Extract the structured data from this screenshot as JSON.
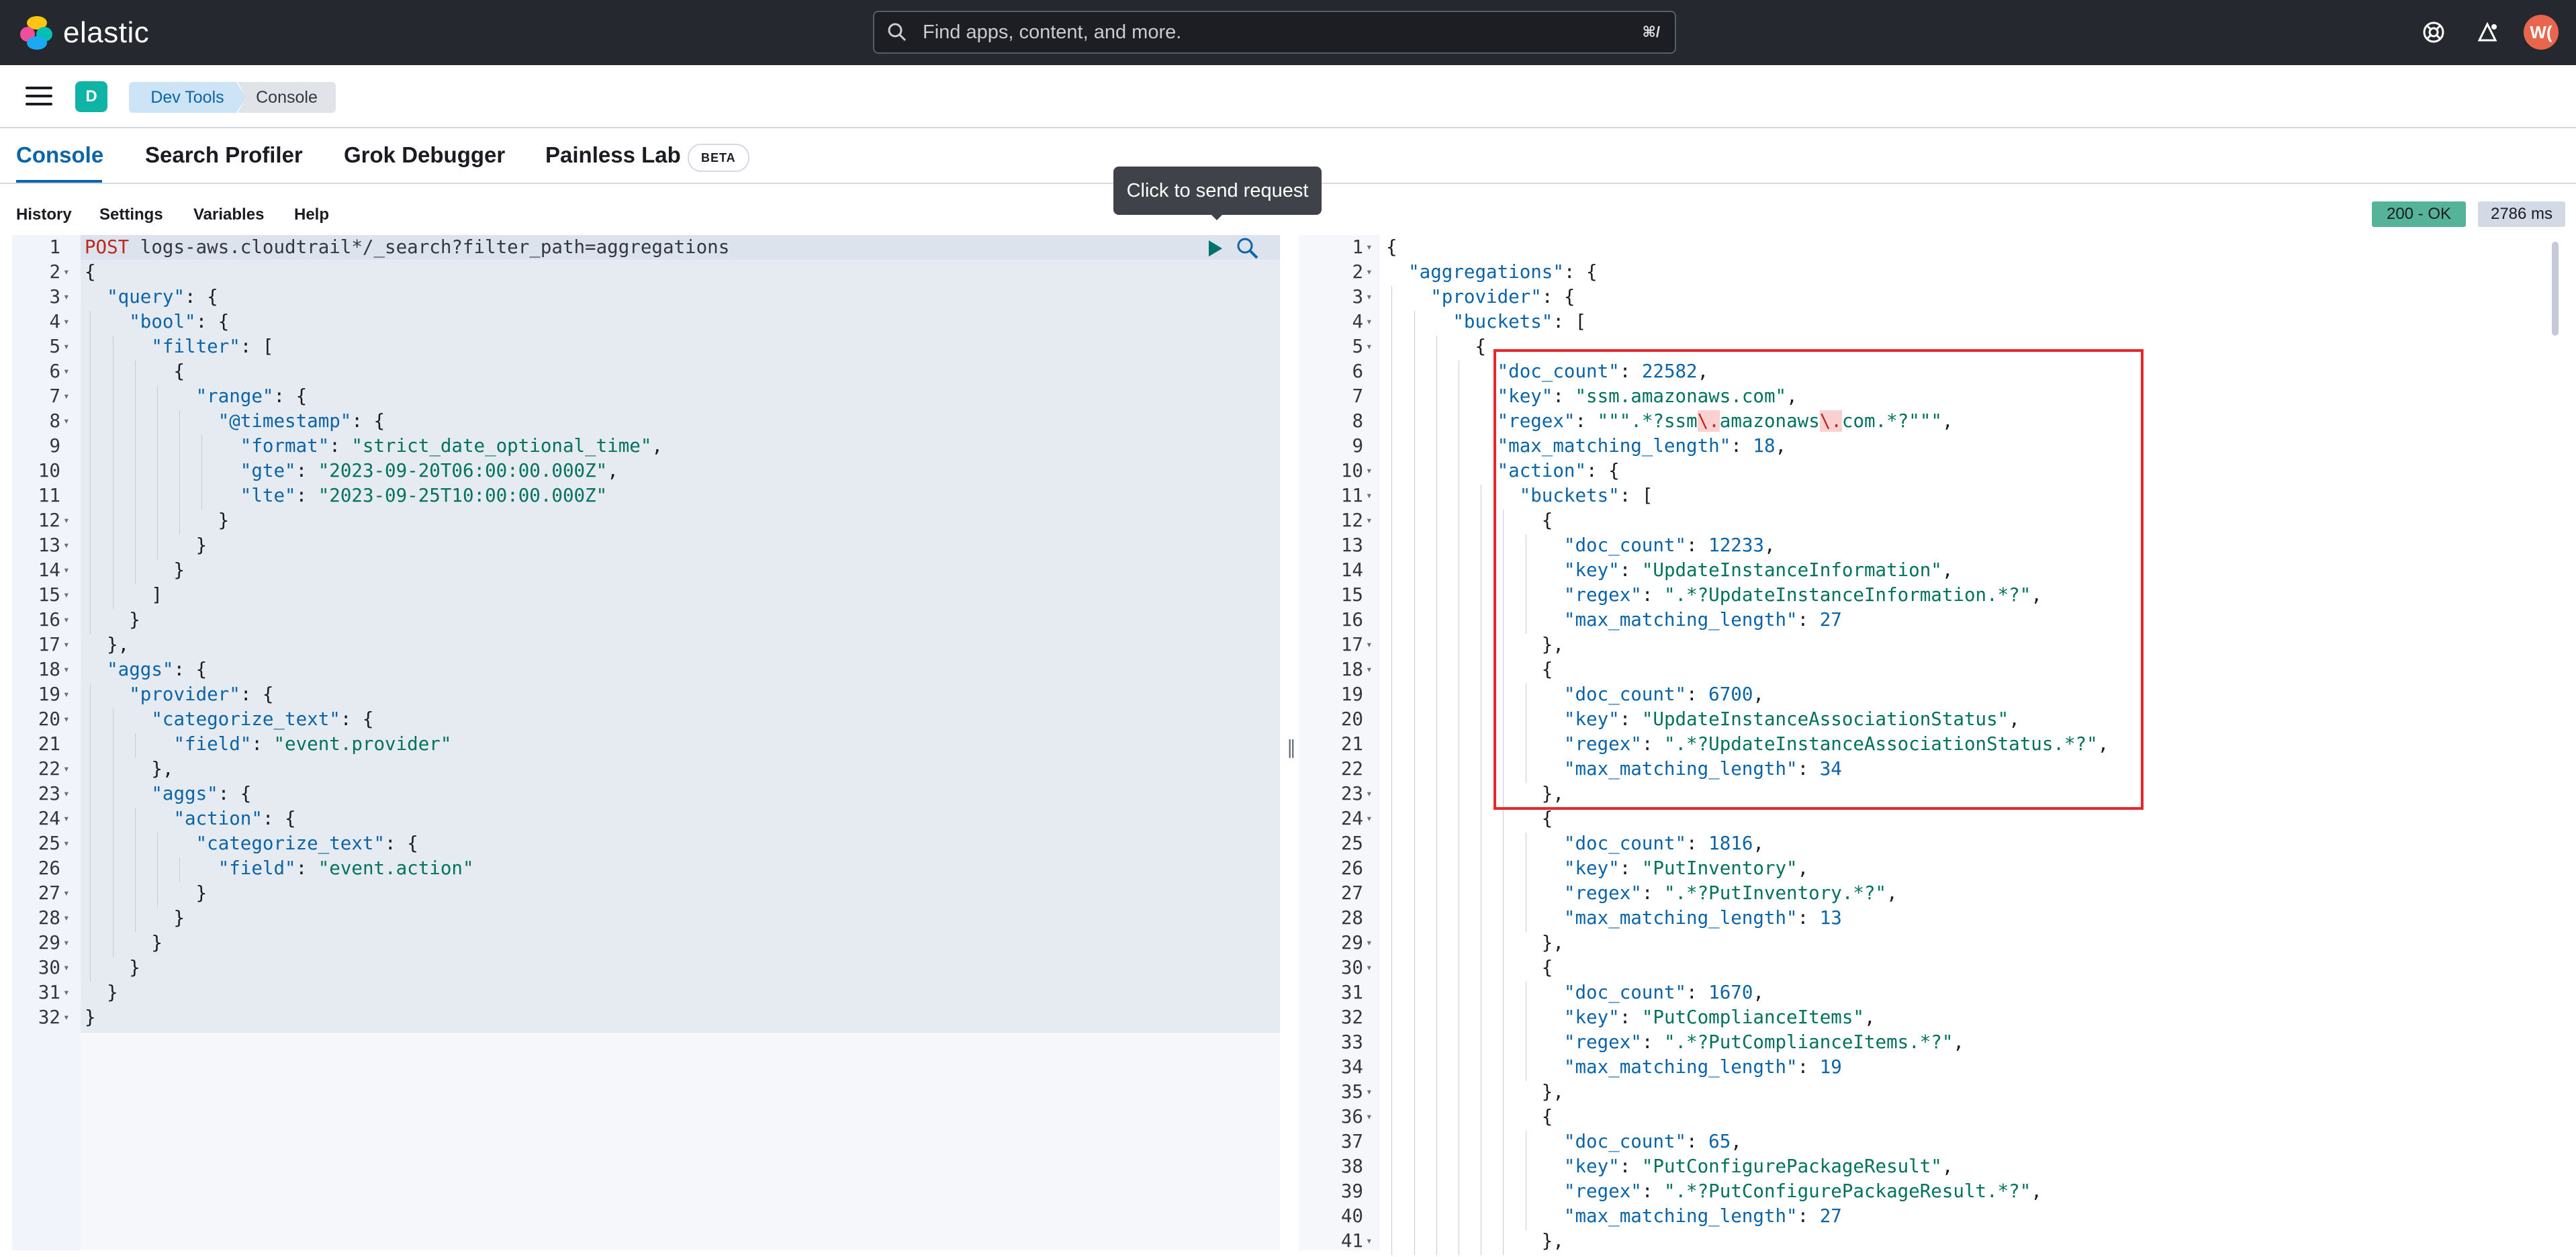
{
  "header": {
    "brand": "elastic",
    "search_placeholder": "Find apps, content, and more.",
    "search_shortcut": "⌘/",
    "avatar_initials": "W("
  },
  "breadcrumb": {
    "space_initial": "D",
    "items": [
      "Dev Tools",
      "Console"
    ]
  },
  "tabs": [
    "Console",
    "Search Profiler",
    "Grok Debugger",
    "Painless Lab"
  ],
  "beta_label": "BETA",
  "submenu": [
    "History",
    "Settings",
    "Variables",
    "Help"
  ],
  "tooltip": "Click to send request",
  "status": {
    "code": "200 - OK",
    "time": "2786 ms"
  },
  "request_lines": [
    "POST logs-aws.cloudtrail*/_search?filter_path=aggregations",
    "{",
    "  \"query\": {",
    "    \"bool\": {",
    "      \"filter\": [",
    "        {",
    "          \"range\": {",
    "            \"@timestamp\": {",
    "              \"format\": \"strict_date_optional_time\",",
    "              \"gte\": \"2023-09-20T06:00:00.000Z\",",
    "              \"lte\": \"2023-09-25T10:00:00.000Z\"",
    "            }",
    "          }",
    "        }",
    "      ]",
    "    }",
    "  },",
    "  \"aggs\": {",
    "    \"provider\": {",
    "      \"categorize_text\": {",
    "        \"field\": \"event.provider\"",
    "      },",
    "      \"aggs\": {",
    "        \"action\": {",
    "          \"categorize_text\": {",
    "            \"field\": \"event.action\"",
    "          }",
    "        }",
    "      }",
    "    }",
    "  }",
    "}"
  ],
  "response_lines": [
    "{",
    "  \"aggregations\": {",
    "    \"provider\": {",
    "      \"buckets\": [",
    "        {",
    "          \"doc_count\": 22582,",
    "          \"key\": \"ssm.amazonaws.com\",",
    "          \"regex\": \"\"\".*?ssm\\.amazonaws\\.com.*?\"\"\",",
    "          \"max_matching_length\": 18,",
    "          \"action\": {",
    "            \"buckets\": [",
    "              {",
    "                \"doc_count\": 12233,",
    "                \"key\": \"UpdateInstanceInformation\",",
    "                \"regex\": \".*?UpdateInstanceInformation.*?\",",
    "                \"max_matching_length\": 27",
    "              },",
    "              {",
    "                \"doc_count\": 6700,",
    "                \"key\": \"UpdateInstanceAssociationStatus\",",
    "                \"regex\": \".*?UpdateInstanceAssociationStatus.*?\",",
    "                \"max_matching_length\": 34",
    "              },",
    "              {",
    "                \"doc_count\": 1816,",
    "                \"key\": \"PutInventory\",",
    "                \"regex\": \".*?PutInventory.*?\",",
    "                \"max_matching_length\": 13",
    "              },",
    "              {",
    "                \"doc_count\": 1670,",
    "                \"key\": \"PutComplianceItems\",",
    "                \"regex\": \".*?PutComplianceItems.*?\",",
    "                \"max_matching_length\": 19",
    "              },",
    "              {",
    "                \"doc_count\": 65,",
    "                \"key\": \"PutConfigurePackageResult\",",
    "                \"regex\": \".*?PutConfigurePackageResult.*?\",",
    "                \"max_matching_length\": 27",
    "              },"
  ],
  "request_fold_lines": [
    2,
    3,
    4,
    5,
    6,
    7,
    8,
    12,
    13,
    14,
    15,
    16,
    17,
    18,
    19,
    20,
    22,
    23,
    24,
    25,
    27,
    28,
    29,
    30,
    31,
    32
  ],
  "response_fold_lines": [
    1,
    2,
    3,
    4,
    5,
    10,
    11,
    12,
    17,
    18,
    23,
    24,
    29,
    30,
    35,
    36,
    41
  ]
}
